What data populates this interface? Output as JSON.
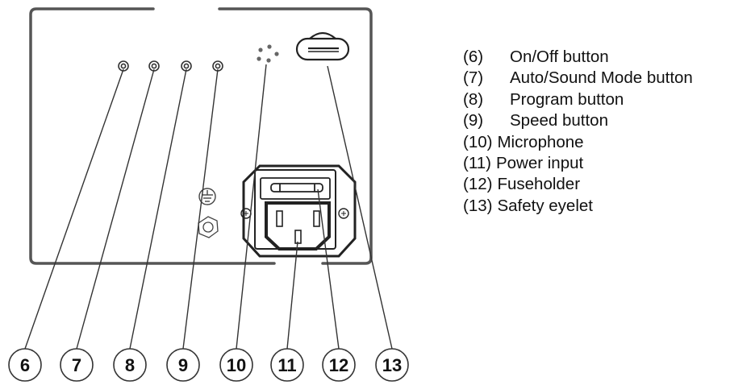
{
  "callouts": [
    "6",
    "7",
    "8",
    "9",
    "10",
    "11",
    "12",
    "13"
  ],
  "legend": [
    {
      "number": "(6)",
      "label": "On/Off button"
    },
    {
      "number": "(7)",
      "label": "Auto/Sound Mode button"
    },
    {
      "number": "(8)",
      "label": "Program button"
    },
    {
      "number": "(9)",
      "label": "Speed button"
    },
    {
      "number": "(10)",
      "label": "Microphone"
    },
    {
      "number": "(11)",
      "label": "Power input"
    },
    {
      "number": "(12)",
      "label": "Fuseholder"
    },
    {
      "number": "(13)",
      "label": "Safety eyelet"
    }
  ]
}
